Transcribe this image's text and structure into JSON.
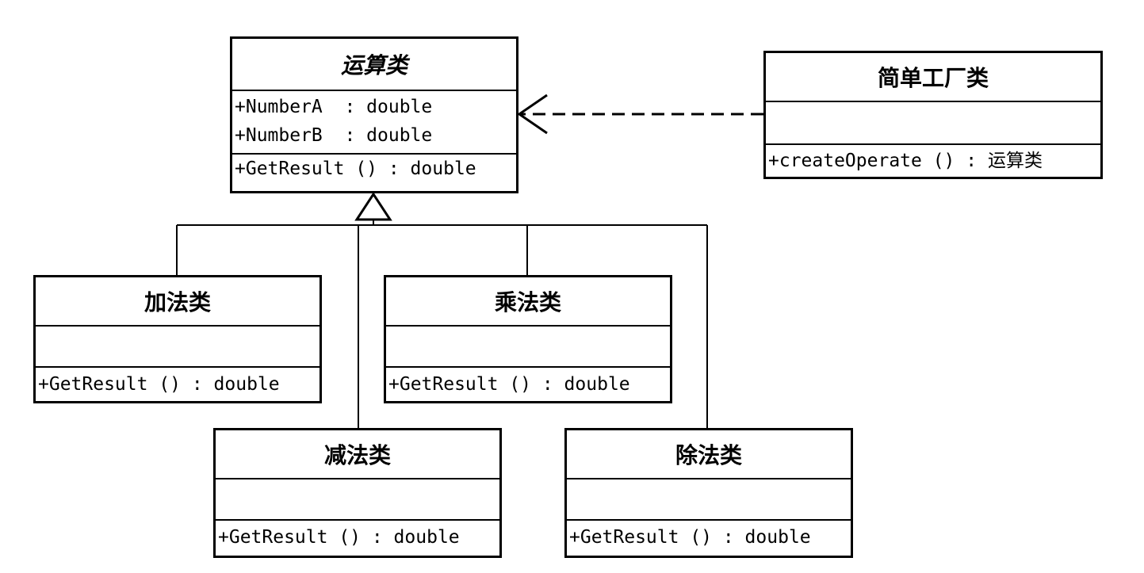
{
  "classes": {
    "operation": {
      "name": "运算类",
      "attributes": [
        "+NumberA  : double",
        "+NumberB  : double"
      ],
      "operations": [
        "+GetResult () : double"
      ]
    },
    "simple_factory": {
      "name": "简单工厂类",
      "attributes": [],
      "operations": [
        "+createOperate () : 运算类"
      ]
    },
    "add": {
      "name": "加法类",
      "operations": [
        "+GetResult () : double"
      ]
    },
    "multiply": {
      "name": "乘法类",
      "operations": [
        "+GetResult () : double"
      ]
    },
    "subtract": {
      "name": "减法类",
      "operations": [
        "+GetResult () : double"
      ]
    },
    "divide": {
      "name": "除法类",
      "operations": [
        "+GetResult () : double"
      ]
    }
  },
  "relationships": [
    {
      "type": "dependency",
      "from": "simple_factory",
      "to": "operation"
    },
    {
      "type": "generalization",
      "from": "add",
      "to": "operation"
    },
    {
      "type": "generalization",
      "from": "subtract",
      "to": "operation"
    },
    {
      "type": "generalization",
      "from": "multiply",
      "to": "operation"
    },
    {
      "type": "generalization",
      "from": "divide",
      "to": "operation"
    }
  ]
}
